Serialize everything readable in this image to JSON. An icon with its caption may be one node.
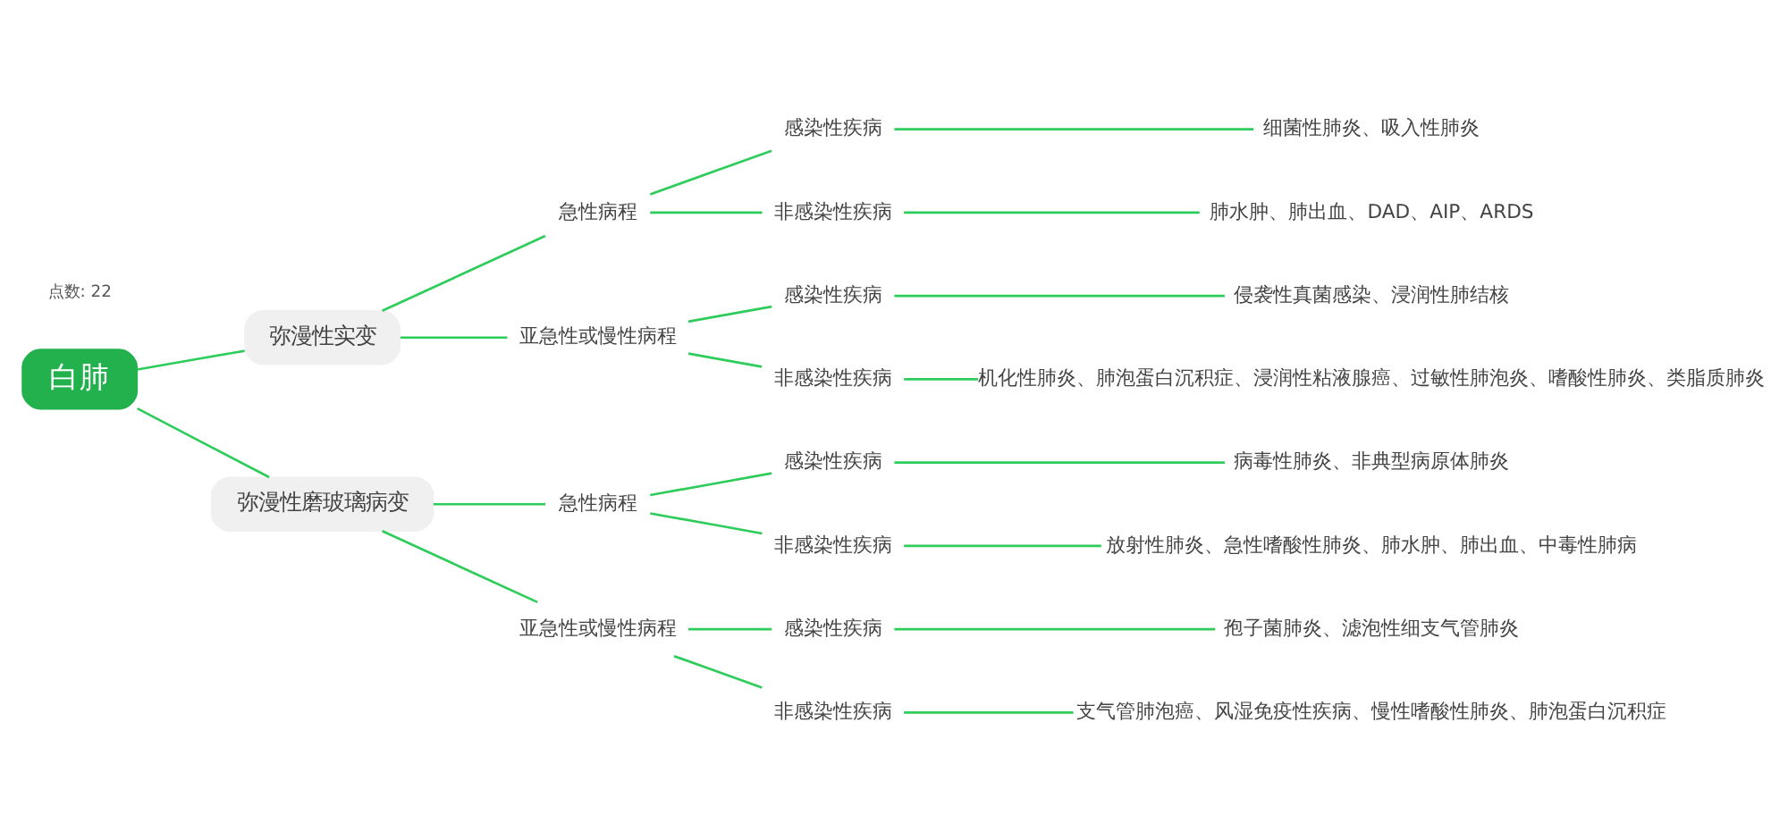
{
  "diagram": {
    "nodes": [
      {
        "text": [
          "白肺"
        ]
      },
      {
        "text": [
          "弥漫性实变"
        ]
      },
      {
        "text": [
          "急性病程"
        ]
      },
      {
        "text": [
          "感染性疾病"
        ]
      },
      {
        "text": [
          "细菌性肺炎、吸入性肺炎"
        ]
      },
      {
        "text": [
          "非感染性疾病"
        ]
      },
      {
        "text": [
          "肺水肿、肺出血、DAD、AIP、ARDS"
        ]
      },
      {
        "text": [
          "亚急性或慢性病程"
        ]
      },
      {
        "text": [
          "感染性疾病"
        ]
      },
      {
        "text": [
          "侵袭性真菌感染、浸润性肺结核"
        ]
      },
      {
        "text": [
          "非感染性疾病"
        ]
      },
      {
        "text": [
          "机化性肺炎、肺泡蛋白沉积症、浸润性粘液腺癌、过敏性肺泡炎、嗜酸性肺炎、类脂质肺炎"
        ]
      },
      {
        "text": [
          "弥漫性磨玻璃病变"
        ]
      },
      {
        "text": [
          "急性病程"
        ]
      },
      {
        "text": [
          "感染性疾病"
        ]
      },
      {
        "text": [
          "病毒性肺炎、非典型病原体肺炎"
        ]
      },
      {
        "text": [
          "非感染性疾病"
        ]
      },
      {
        "text": [
          "放射性肺炎、急性嗜酸性肺炎、肺水肿、肺出血、中毒性肺病"
        ]
      },
      {
        "text": [
          "亚急性或慢性病程"
        ]
      },
      {
        "text": [
          "感染性疾病"
        ]
      },
      {
        "text": [
          "孢子菌肺炎、滤泡性细支气管肺炎"
        ]
      },
      {
        "text": [
          "非感染性疾病"
        ]
      },
      {
        "text": [
          "支气管肺泡癌、风湿免疫性疾病、慢性嗜酸性肺炎、肺泡蛋白沉积症"
        ]
      }
    ],
    "edges": [
      {
        "from": 0,
        "to": 1,
        "arrow": "none"
      },
      {
        "from": 1,
        "to": 2,
        "arrow": "none"
      },
      {
        "from": 2,
        "to": 3,
        "arrow": "none"
      },
      {
        "from": 3,
        "to": 4,
        "arrow": "none"
      },
      {
        "from": 2,
        "to": 5,
        "arrow": "none"
      },
      {
        "from": 5,
        "to": 6,
        "arrow": "none"
      },
      {
        "from": 1,
        "to": 7,
        "arrow": "none"
      },
      {
        "from": 7,
        "to": 8,
        "arrow": "none"
      },
      {
        "from": 8,
        "to": 9,
        "arrow": "none"
      },
      {
        "from": 7,
        "to": 10,
        "arrow": "none"
      },
      {
        "from": 10,
        "to": 11,
        "arrow": "none"
      },
      {
        "from": 0,
        "to": 12,
        "arrow": "none"
      },
      {
        "from": 12,
        "to": 13,
        "arrow": "none"
      },
      {
        "from": 13,
        "to": 14,
        "arrow": "none"
      },
      {
        "from": 14,
        "to": 15,
        "arrow": "none"
      },
      {
        "from": 13,
        "to": 16,
        "arrow": "none"
      },
      {
        "from": 16,
        "to": 17,
        "arrow": "none"
      },
      {
        "from": 12,
        "to": 18,
        "arrow": "none"
      },
      {
        "from": 18,
        "to": 19,
        "arrow": "none"
      },
      {
        "from": 19,
        "to": 20,
        "arrow": "none"
      },
      {
        "from": 18,
        "to": 21,
        "arrow": "none"
      },
      {
        "from": 21,
        "to": 22,
        "arrow": "none"
      }
    ],
    "labels": [
      "点数: 22"
    ]
  }
}
